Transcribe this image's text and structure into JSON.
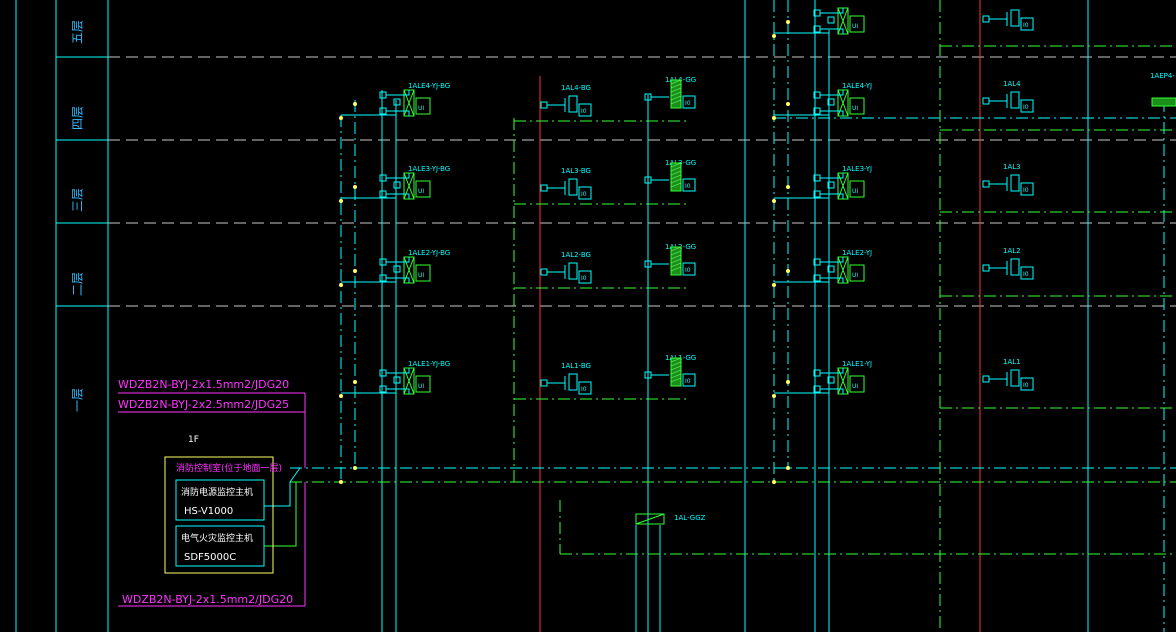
{
  "colors": {
    "background": "#000000",
    "cyan": "#00ffff",
    "green": "#33ff33",
    "red": "#ff3333",
    "magenta": "#ff33ff",
    "yellow": "#ffff66",
    "white": "#ffffff",
    "floor_label": "#33bbff"
  },
  "floors": [
    {
      "id": "f5",
      "label": "五层"
    },
    {
      "id": "f4",
      "label": "四层"
    },
    {
      "id": "f3",
      "label": "三层"
    },
    {
      "id": "f2",
      "label": "二层"
    },
    {
      "id": "f1",
      "label": "一层"
    }
  ],
  "columns": {
    "ale_yj_bg": [
      {
        "floor": "f4",
        "tag": "1ALE4-YJ-BG",
        "unit": "UI"
      },
      {
        "floor": "f3",
        "tag": "1ALE3-YJ-BG",
        "unit": "UI"
      },
      {
        "floor": "f2",
        "tag": "1ALE2-YJ-BG",
        "unit": "UI"
      },
      {
        "floor": "f1",
        "tag": "1ALE1-YJ-BG",
        "unit": "UI"
      }
    ],
    "al_bg": [
      {
        "floor": "f4",
        "tag": "1AL4-BG",
        "unit": "I0"
      },
      {
        "floor": "f3",
        "tag": "1AL3-BG",
        "unit": "I0"
      },
      {
        "floor": "f2",
        "tag": "1AL2-BG",
        "unit": "I0"
      },
      {
        "floor": "f1",
        "tag": "1AL1-BG",
        "unit": "I0"
      }
    ],
    "al_gg": [
      {
        "floor": "f4",
        "tag": "1AL4-GG",
        "unit": "I0"
      },
      {
        "floor": "f3",
        "tag": "1AL3-GG",
        "unit": "I0"
      },
      {
        "floor": "f2",
        "tag": "1AL2-GG",
        "unit": "I0"
      },
      {
        "floor": "f1",
        "tag": "1AL1-GG",
        "unit": "I0"
      }
    ],
    "ale_yj": [
      {
        "floor": "f5",
        "tag": "",
        "unit": "UI"
      },
      {
        "floor": "f4",
        "tag": "1ALE4-YJ",
        "unit": "UI"
      },
      {
        "floor": "f3",
        "tag": "1ALE3-YJ",
        "unit": "UI"
      },
      {
        "floor": "f2",
        "tag": "1ALE2-YJ",
        "unit": "UI"
      },
      {
        "floor": "f1",
        "tag": "1ALE1-YJ",
        "unit": "UI"
      }
    ],
    "al": [
      {
        "floor": "f5",
        "tag": "",
        "unit": "I0"
      },
      {
        "floor": "f4",
        "tag": "1AL4",
        "unit": "I0"
      },
      {
        "floor": "f3",
        "tag": "1AL3",
        "unit": "I0"
      },
      {
        "floor": "f2",
        "tag": "1AL2",
        "unit": "I0"
      },
      {
        "floor": "f1",
        "tag": "1AL1",
        "unit": "I0"
      }
    ]
  },
  "edge_tag": "1AEP4-",
  "ggz_tag": "1AL-GGZ",
  "cables": [
    "WDZB2N-BYJ-2x1.5mm2/JDG20",
    "WDZB2N-BYJ-2x2.5mm2/JDG25",
    "WDZB2N-BYJ-2x1.5mm2/JDG20"
  ],
  "control_room": {
    "floor_tag": "1F",
    "title": "消防控制室(位于地面一层)",
    "devices": [
      {
        "name": "消防电源监控主机",
        "model": "HS-V1000"
      },
      {
        "name": "电气火灾监控主机",
        "model": "SDF5000C"
      }
    ]
  }
}
